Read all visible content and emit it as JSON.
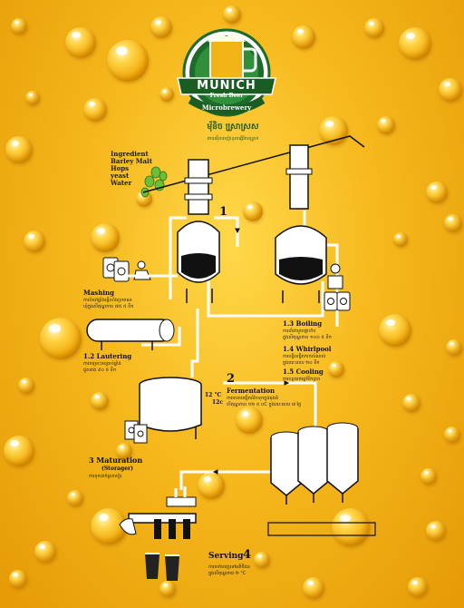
{
  "logo": {
    "brand": "MUNICH",
    "tagline": "Fresh Beer",
    "subtitle": "Microbrewery",
    "khmer_name": "មុ័និច ស្រ្រាស្រស",
    "khmer_subtitle": "ពាយអុីនបាញ៉ានុលធ្វើតែនស្រ្រា"
  },
  "ingredients": [
    "Ingredient",
    "Barley Malt",
    "Hops",
    "yeast",
    "Water"
  ],
  "steps": {
    "step1_number": "1",
    "mashing": {
      "label": "Mashing",
      "note1": "ការបំបៅធ្នាំងធ្វើសាំងប្រមាណ",
      "note2": "ឃុំក្នុងសីតុណ្ហភាព ៧៥ ៥ ទឹក"
    },
    "lautering": {
      "label": "1.2 Lautering",
      "note1": "ការចម្រោះមេគ្រាប់ធ្នាំង",
      "note2": "ជួសរាង ៩០ ៥ ទឹក"
    },
    "boiling": {
      "label": "1.3 Boiling",
      "note1": "ការដាំជាមួយផ្កាហ៊ប",
      "note2": "ក្នុងសីតុណ្ហភាព ១០០ ៥ ទឹក"
    },
    "whirlpool": {
      "label": "1.4 Whirlpool",
      "note1": "ការបង្វិលផ្ចិតកាកសំណល់",
      "note2": "ក្នុងរយៈពេល ២០ ទឹក"
    },
    "cooling": {
      "label": "1.5 Cooling",
      "note1": "ការបន្ថយកម្តៅទឹកស្រា"
    },
    "fermentation": {
      "number": "2",
      "label": "Fermentation",
      "note1": "ការមានមេផ្សិតដំបែទុកក្នុងធុងធំ",
      "note2": "សីតុណ្ហភាព ១២ ៥ ០C ក្នុងរយៈពេល ៧ ថ្ងៃ",
      "temp1": "12 °C",
      "temp2": "12c"
    },
    "maturation": {
      "label": "3 Maturation",
      "sub": "(Storager)",
      "note1": "ការទុកដាក់ស្រាបៀរ"
    },
    "serving": {
      "label": "Serving",
      "number": "4",
      "note1": "ការចាក់ចេញទៅអតិថិជន",
      "note2": "ក្នុងសីតុណ្ហភាព ២ °C"
    }
  },
  "colors": {
    "background": "#f6b81c",
    "line": "#ffffff",
    "equipment": "#111111",
    "logo_green": "#1c6b2a"
  }
}
